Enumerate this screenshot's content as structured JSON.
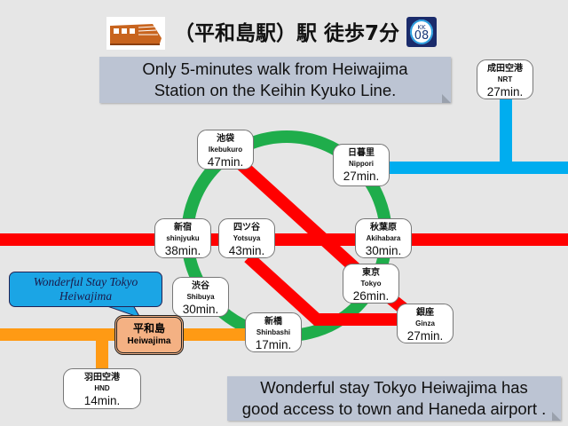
{
  "header": {
    "title": "（平和島駅）駅 徒歩7分",
    "train_icon": "train-icon",
    "line_badge": {
      "top": "KK",
      "number": "08",
      "colors": {
        "bg": "#1a2b6b",
        "ring": "#2a9fe0"
      }
    }
  },
  "callout_top": {
    "line1": "Only 5-minutes walk from Heiwajima",
    "line2": "Station on the Keihin Kyuko Line."
  },
  "callout_bottom": {
    "line1": "Wonderful stay Tokyo Heiwajima has",
    "line2": "good access to town and Haneda airport ."
  },
  "speech_bubble": {
    "line1": "Wonderful Stay Tokyo",
    "line2": "Heiwajima"
  },
  "home_station": {
    "jp": "平和島",
    "en": "Heiwajima"
  },
  "lines": {
    "yamanote": "#1fad4b",
    "red": "#ff0000",
    "blue": "#00adef",
    "orange": "#ff9a14"
  },
  "stations": [
    {
      "id": "ikebukuro",
      "jp": "池袋",
      "en": "Ikebukuro",
      "min": "47min."
    },
    {
      "id": "nippori",
      "jp": "日暮里",
      "en": "Nippori",
      "min": "27min."
    },
    {
      "id": "shinjyuku",
      "jp": "新宿",
      "en": "shinjyuku",
      "min": "38min."
    },
    {
      "id": "yotsuya",
      "jp": "四ツ谷",
      "en": "Yotsuya",
      "min": "43min."
    },
    {
      "id": "akihabara",
      "jp": "秋葉原",
      "en": "Akihabara",
      "min": "30min."
    },
    {
      "id": "shibuya",
      "jp": "渋谷",
      "en": "Shibuya",
      "min": "30min."
    },
    {
      "id": "tokyo",
      "jp": "東京",
      "en": "Tokyo",
      "min": "26min."
    },
    {
      "id": "shinbashi",
      "jp": "新橋",
      "en": "Shinbashi",
      "min": "17min."
    },
    {
      "id": "ginza",
      "jp": "銀座",
      "en": "Ginza",
      "min": "27min."
    },
    {
      "id": "nrt",
      "jp": "成田空港",
      "en": "NRT",
      "min": "27min."
    },
    {
      "id": "hnd",
      "jp": "羽田空港",
      "en": "HND",
      "min": "14min."
    }
  ]
}
